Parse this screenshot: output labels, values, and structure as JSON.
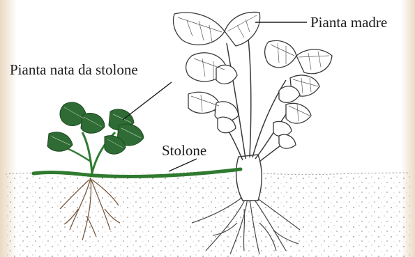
{
  "labels": {
    "mother_plant": "Pianta madre",
    "offspring_plant": "Pianta nata da stolone",
    "stolon": "Stolone"
  },
  "colors": {
    "leaf_green": "#2f6b34",
    "stolon_green": "#2f7a2f",
    "line_ink": "#2a2a2a",
    "root_brown": "#7a5a40",
    "soil_speckle": "#8a8a8a"
  }
}
